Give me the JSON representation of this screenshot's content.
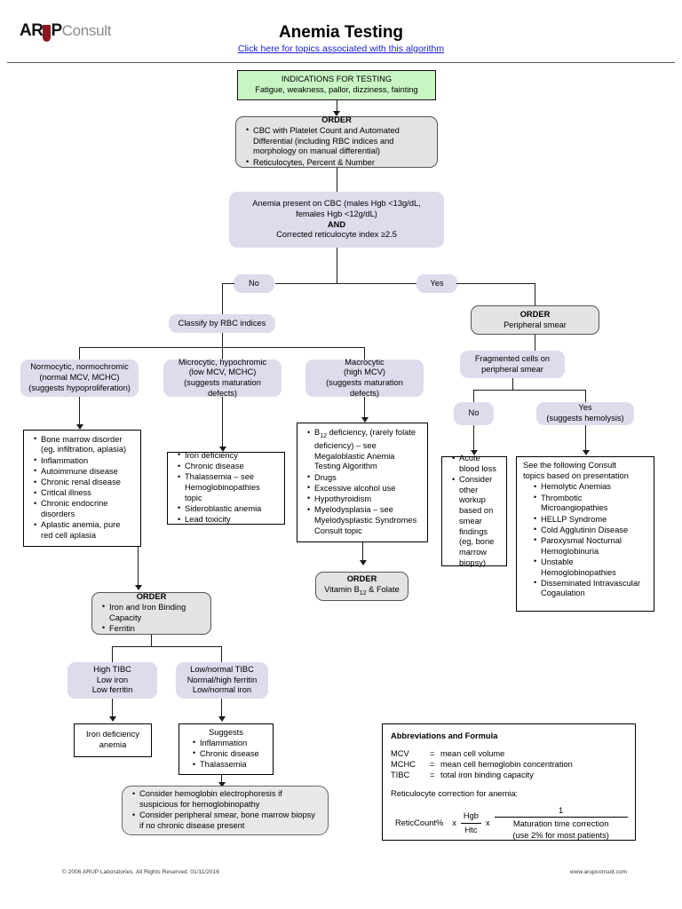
{
  "header": {
    "logo_arup": "AR",
    "logo_p": "P",
    "logo_consult": "Consult",
    "title": "Anemia Testing",
    "subtitle_link": "Click here for topics associated with this algorithm"
  },
  "nodes": {
    "indications": {
      "title": "INDICATIONS FOR TESTING",
      "body": "Fatigue, weakness, pallor, dizziness, fainting"
    },
    "order_cbc": {
      "title": "ORDER",
      "items": [
        "CBC with Platelet Count and Automated Differential (including RBC indices and morphology on manual differential)",
        "Reticulocytes, Percent & Number"
      ]
    },
    "anemia_present": {
      "line1": "Anemia present on CBC (males Hgb <13g/dL,",
      "line2": "females Hgb <12g/dL)",
      "and": "AND",
      "line3": "Corrected reticulocyte index ≥2.5"
    },
    "decision_no": "No",
    "decision_yes": "Yes",
    "classify": "Classify by RBC indices",
    "normocytic": {
      "l1": "Normocytic, normochromic",
      "l2": "(normal MCV, MCHC)",
      "l3": "(suggests hypoproliferation)"
    },
    "microcytic": {
      "l1": "Microcytic, hypochromic",
      "l2": "(low MCV, MCHC)",
      "l3": "(suggests maturation defects)"
    },
    "macrocytic": {
      "l1": "Macrocytic",
      "l2": "(high MCV)",
      "l3": "(suggests maturation defects)"
    },
    "normocytic_list": [
      "Bone marrow disorder (eg, infiltration, aplasia)",
      "Inflammation",
      "Autoimmune disease",
      "Chronic renal disease",
      "Critical illness",
      "Chronic endocrine disorders",
      "Aplastic anemia, pure red cell aplasia"
    ],
    "microcytic_list": [
      "Iron deficiency",
      "Chronic disease",
      "Thalassemia – see Hemoglobinopathies topic",
      "Sideroblastic anemia",
      "Lead toxicity"
    ],
    "macrocytic_list": [
      "B12 deficiency, (rarely folate deficiency) – see Megaloblastic Anemia Testing Algorithm",
      "Drugs",
      "Excessive alcohol use",
      "Hypothyroidism",
      "Myelodysplasia – see Myelodysplastic Syndromes Consult topic"
    ],
    "order_b12": {
      "title": "ORDER",
      "body": "Vitamin B12 & Folate"
    },
    "order_smear": {
      "title": "ORDER",
      "body": "Peripheral smear"
    },
    "fragmented": {
      "l1": "Fragmented cells on",
      "l2": "peripheral smear"
    },
    "frag_no": "No",
    "frag_yes_l1": "Yes",
    "frag_yes_l2": "(suggests hemolysis)",
    "acute_list": [
      "Acute blood loss",
      "Consider other workup based on smear findings (eg, bone marrow biopsy)"
    ],
    "consult_header_l1": "See the following Consult",
    "consult_header_l2": "topics based on presentation",
    "consult_list": [
      "Hemolytic Anemias",
      "Thrombotic Microangiopathies",
      "HELLP Syndrome",
      "Cold Agglutinin Disease",
      "Paroxysmal Nocturnal Hemoglobinuria",
      "Unstable Hemoglobinopathies",
      "Disseminated Intravascular Cogaulation"
    ],
    "order_iron": {
      "title": "ORDER",
      "items": [
        "Iron and Iron Binding Capacity",
        "Ferritin"
      ]
    },
    "high_tibc": {
      "l1": "High TIBC",
      "l2": "Low iron",
      "l3": "Low ferritin"
    },
    "low_tibc": {
      "l1": "Low/normal TIBC",
      "l2": "Normal/high ferritin",
      "l3": "Low/normal iron"
    },
    "iron_def": {
      "l1": "Iron deficiency",
      "l2": "anemia"
    },
    "suggests": {
      "title": "Suggests",
      "items": [
        "Inflammation",
        "Chronic disease",
        "Thalassemia"
      ]
    },
    "consider_list": [
      "Consider hemoglobin electrophoresis if suspicious for hemoglobinopathy",
      "Consider peripheral smear, bone marrow biopsy if no chronic disease present"
    ]
  },
  "abbreviations": {
    "header": "Abbreviations and Formula",
    "rows": [
      {
        "key": "MCV",
        "eq": "=",
        "val": "mean cell volume"
      },
      {
        "key": "MCHC",
        "eq": "=",
        "val": "mean cell hemoglobin concentration"
      },
      {
        "key": "TIBC",
        "eq": "=",
        "val": "total iron binding capacity"
      }
    ],
    "formula_label": "Reticulocyte correction for anemia:",
    "formula": {
      "term1": "ReticCount%",
      "op1": "x",
      "frac1_num": "Hgb",
      "frac1_den": "Htc",
      "op2": "x",
      "frac2_num": "1",
      "frac2_den_l1": "Maturation time correction",
      "frac2_den_l2": "(use 2% for most patients)"
    }
  },
  "footer": {
    "left": "© 2006 ARUP Laboratories. All Rights Reserved. 01/11/2016",
    "right": "www.arupconsult.com"
  },
  "colors": {
    "green": "#c9f5c4",
    "lavender": "#dcdcec",
    "gray": "#e3e3e3",
    "link": "#1b1bd0",
    "logo_red": "#8c1622"
  }
}
